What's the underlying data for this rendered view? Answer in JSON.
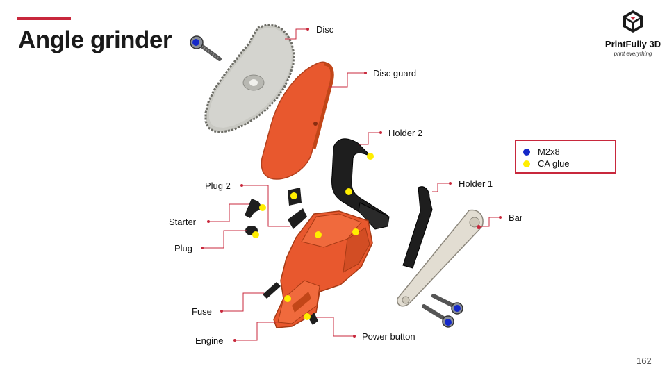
{
  "slide": {
    "title": "Angle grinder",
    "page_number": "162",
    "accent_color": "#c8283c"
  },
  "logo": {
    "name": "PrintFully 3D",
    "tagline": "print everything",
    "icon": "cube-logo-icon"
  },
  "parts": {
    "disc": "Disc",
    "disc_guard": "Disc guard",
    "holder_2": "Holder 2",
    "holder_1": "Holder 1",
    "bar": "Bar",
    "plug_2": "Plug 2",
    "starter": "Starter",
    "plug": "Plug",
    "fuse": "Fuse",
    "engine": "Engine",
    "power_button": "Power button"
  },
  "legend": {
    "items": [
      {
        "label": "M2x8",
        "color": "#1428c8"
      },
      {
        "label": "CA glue",
        "color": "#ffee00"
      }
    ]
  },
  "colors": {
    "body_orange": "#e8582e",
    "part_black": "#1e1e1e",
    "disc_grey": "#c9c9c3",
    "bar_beige": "#e2ddd2",
    "leader_red": "#c8283c"
  }
}
